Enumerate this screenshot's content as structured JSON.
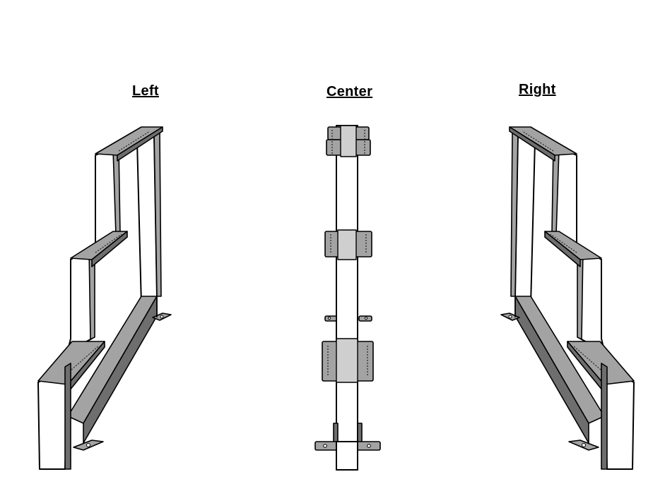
{
  "labels": {
    "left": "Left",
    "center": "Center",
    "right": "Right"
  },
  "colors": {
    "background": "#ffffff",
    "frame_face": "#ffffff",
    "tread_metal": "#a3a3a3",
    "shadow_metal": "#6e6e6e",
    "outline": "#000000"
  }
}
